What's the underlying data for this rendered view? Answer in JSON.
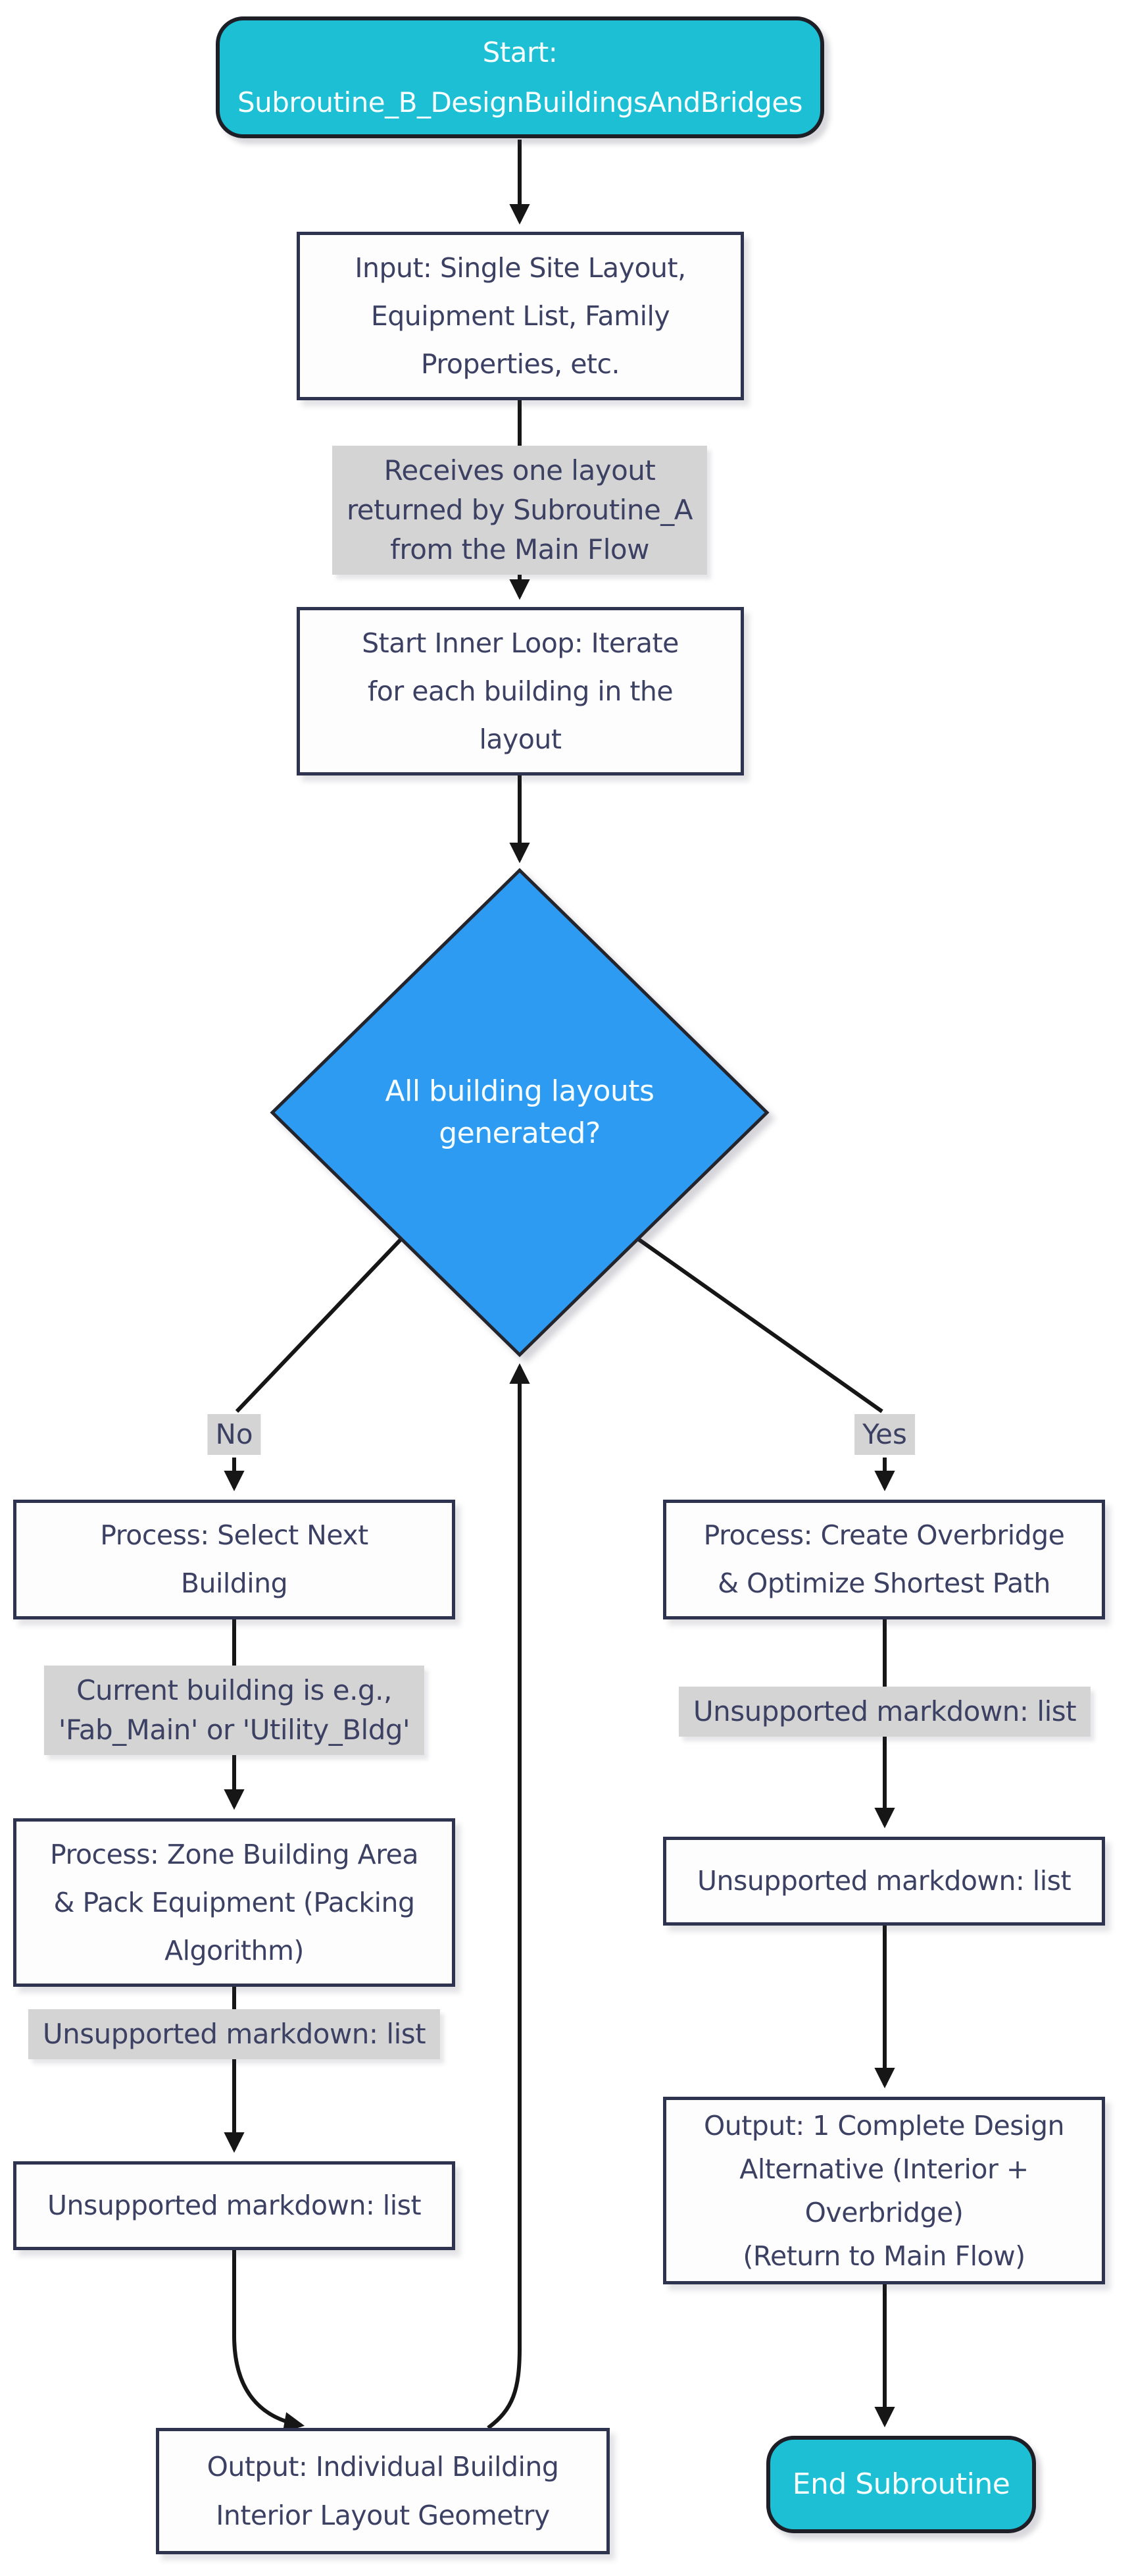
{
  "title": "Subroutine_B_DesignBuildingsAndBridges flowchart",
  "colors": {
    "teal": "#1dbfd4",
    "blue": "#2e9bf2",
    "node_fill": "#fdfdfe",
    "border_navy": "#2e3350",
    "text_navy": "#3c4163",
    "label_bg": "#d4d4d4",
    "edge": "#161616",
    "terminal_border": "#1d1e26",
    "white_text": "#f7feff",
    "canvas_bg": "#ffffff"
  },
  "nodes": {
    "start": {
      "lines": [
        "Start:",
        "Subroutine_B_DesignBuildingsAndBridges"
      ]
    },
    "input": {
      "lines": [
        "Input: Single Site Layout,",
        "Equipment List, Family",
        "Properties, etc."
      ]
    },
    "note_receives": {
      "lines": [
        "Receives one layout",
        "returned by Subroutine_A",
        "from the Main Flow"
      ]
    },
    "inner_loop": {
      "lines": [
        "Start Inner Loop: Iterate",
        "for each building in the",
        "layout"
      ]
    },
    "decision": {
      "lines": [
        "All building layouts",
        "generated?"
      ]
    },
    "select_next": {
      "lines": [
        "Process: Select Next",
        "Building"
      ]
    },
    "note_current": {
      "lines": [
        "Current building is e.g.,",
        "'Fab_Main' or 'Utility_Bldg'"
      ]
    },
    "zone_pack": {
      "lines": [
        "Process: Zone Building Area",
        "& Pack Equipment (Packing",
        "Algorithm)"
      ]
    },
    "note_unsupported_left": {
      "lines": [
        "Unsupported markdown: list"
      ]
    },
    "box_unsupported_left": {
      "lines": [
        "Unsupported markdown: list"
      ]
    },
    "output_left": {
      "lines": [
        "Output: Individual Building",
        "Interior Layout Geometry"
      ]
    },
    "overbridge": {
      "lines": [
        "Process: Create Overbridge",
        "& Optimize Shortest Path"
      ]
    },
    "note_unsupported_right": {
      "lines": [
        "Unsupported markdown: list"
      ]
    },
    "box_unsupported_right": {
      "lines": [
        "Unsupported markdown: list"
      ]
    },
    "output_right": {
      "lines": [
        "Output: 1 Complete Design",
        "Alternative (Interior +",
        "Overbridge)",
        "(Return to Main Flow)"
      ]
    },
    "end": {
      "lines": [
        "End Subroutine"
      ]
    }
  },
  "edge_labels": {
    "no": "No",
    "yes": "Yes"
  }
}
